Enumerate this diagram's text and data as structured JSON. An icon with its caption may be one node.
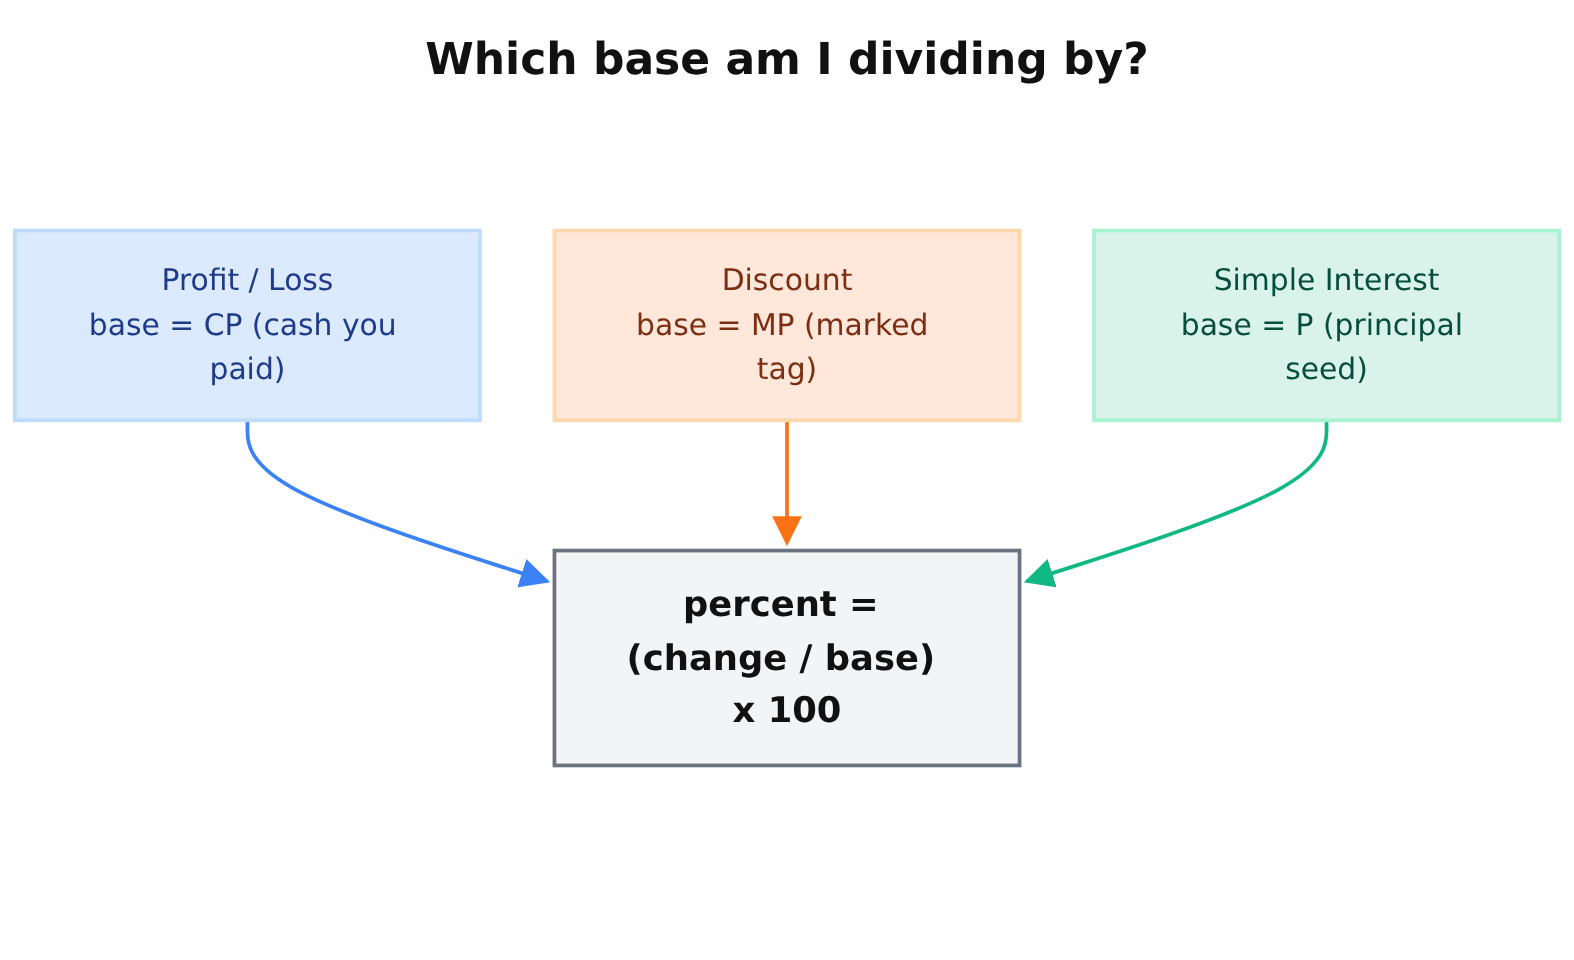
{
  "diagram": {
    "title": "Which base am I dividing by?",
    "nodes": [
      {
        "text": [
          "Profit / Loss",
          "base = CP (cash you paid)"
        ]
      },
      {
        "text": [
          "Discount",
          "base = MP (marked tag)"
        ]
      },
      {
        "text": [
          "Simple Interest",
          "base = P (principal seed)"
        ]
      },
      {
        "text": [
          "percent = (change / base) x 100"
        ]
      }
    ],
    "edges": [
      {
        "from": 0,
        "to": 3,
        "arrow": "to",
        "color": "#3b82f6"
      },
      {
        "from": 1,
        "to": 3,
        "arrow": "to",
        "color": "#f97316"
      },
      {
        "from": 2,
        "to": 3,
        "arrow": "to",
        "color": "#10b981"
      }
    ]
  }
}
